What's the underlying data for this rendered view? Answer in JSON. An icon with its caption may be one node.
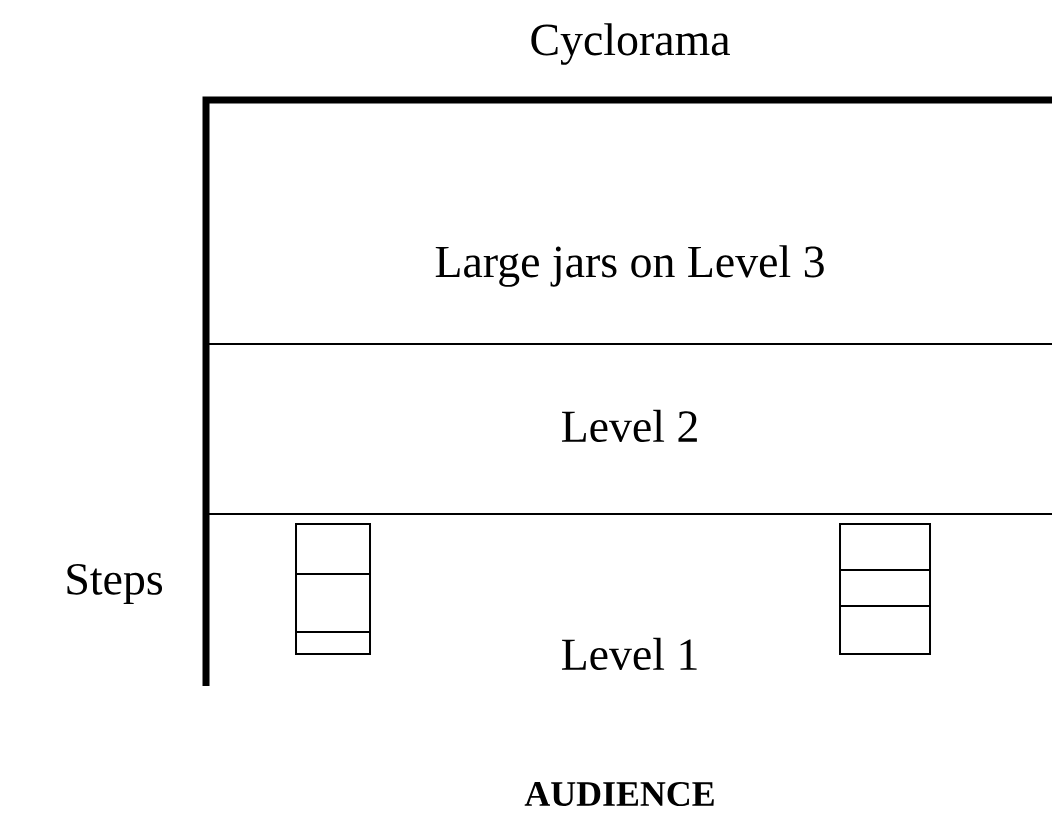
{
  "diagram": {
    "nodes": [
      {
        "text": [
          "Large jars on Level 3"
        ]
      },
      {
        "text": [
          "Level 2"
        ]
      },
      {
        "text": [
          "Level 1"
        ]
      }
    ],
    "labels": [
      "Cyclorama",
      "Steps",
      "AUDIENCE"
    ]
  }
}
